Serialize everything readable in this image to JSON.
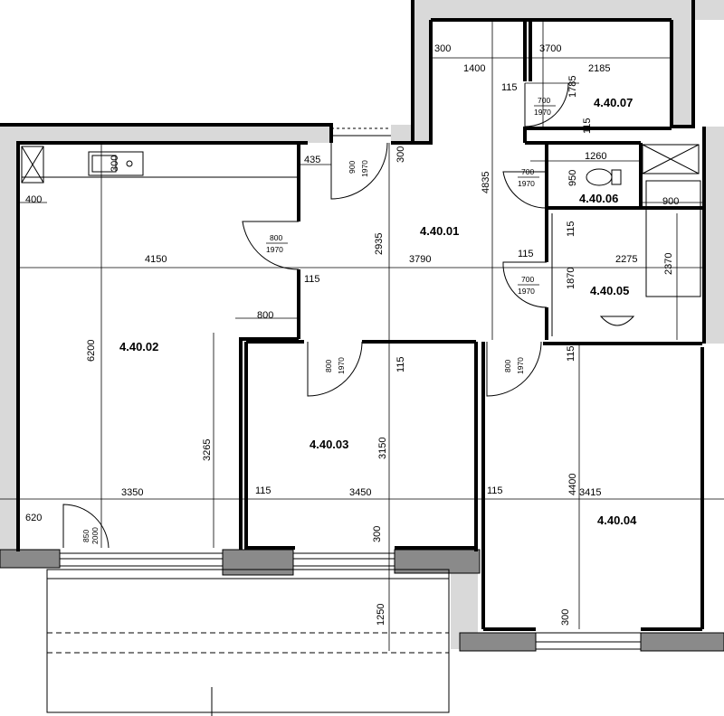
{
  "rooms": {
    "r4_40_01": "4.40.01",
    "r4_40_02": "4.40.02",
    "r4_40_03": "4.40.03",
    "r4_40_04": "4.40.04",
    "r4_40_05": "4.40.05",
    "r4_40_06": "4.40.06",
    "r4_40_07": "4.40.07"
  },
  "dimensions": {
    "d300_top": "300",
    "d3700": "3700",
    "d1400": "1400",
    "d2185": "2185",
    "d1785": "1785",
    "d115_a": "115",
    "d115_b": "115",
    "d300_kitchen": "300",
    "d435": "435",
    "d300_hall": "300",
    "d1260": "1260",
    "d950": "950",
    "d4835": "4835",
    "d900": "900",
    "d400": "400",
    "d115_c": "115",
    "d4150": "4150",
    "d2935": "2935",
    "d3790": "3790",
    "d115_d": "115",
    "d2275": "2275",
    "d2370": "2370",
    "d1870": "1870",
    "d115_e": "115",
    "d800": "800",
    "d6200": "6200",
    "d115_f": "115",
    "d115_g": "115",
    "d3265": "3265",
    "d3150": "3150",
    "d3350": "3350",
    "d115_h": "115",
    "d3450": "3450",
    "d115_i": "115",
    "d4400": "4400",
    "d3415": "3415",
    "d620": "620",
    "d300_bal": "300",
    "d1250": "1250",
    "d300_bot": "300"
  },
  "doors": {
    "dr1_w": "700",
    "dr1_h": "1970",
    "dr2_w": "900",
    "dr2_h": "1970",
    "dr3_w": "700",
    "dr3_h": "1970",
    "dr4_w": "800",
    "dr4_h": "1970",
    "dr5_w": "700",
    "dr5_h": "1970",
    "dr6_w": "800",
    "dr6_h": "1970",
    "dr7_w": "800",
    "dr7_h": "1970",
    "dr8_w": "850",
    "dr8_h": "2000"
  }
}
